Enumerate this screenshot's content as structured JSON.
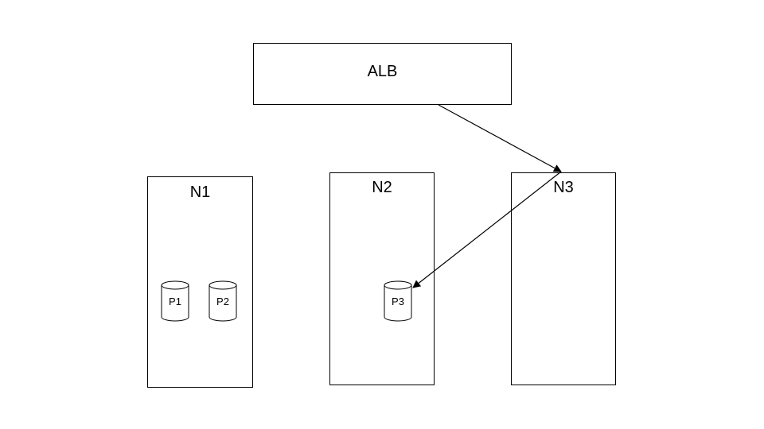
{
  "diagram": {
    "load_balancer": {
      "label": "ALB"
    },
    "nodes": [
      {
        "id": "n1",
        "label": "N1"
      },
      {
        "id": "n2",
        "label": "N2"
      },
      {
        "id": "n3",
        "label": "N3"
      }
    ],
    "pods": [
      {
        "id": "p1",
        "label": "P1",
        "node": "N1"
      },
      {
        "id": "p2",
        "label": "P2",
        "node": "N1"
      },
      {
        "id": "p3",
        "label": "P3",
        "node": "N2"
      }
    ],
    "edges": [
      {
        "from": "ALB",
        "to": "N3"
      },
      {
        "from": "N3",
        "to": "P3"
      }
    ],
    "colors": {
      "stroke": "#000000",
      "fill": "#ffffff"
    }
  }
}
